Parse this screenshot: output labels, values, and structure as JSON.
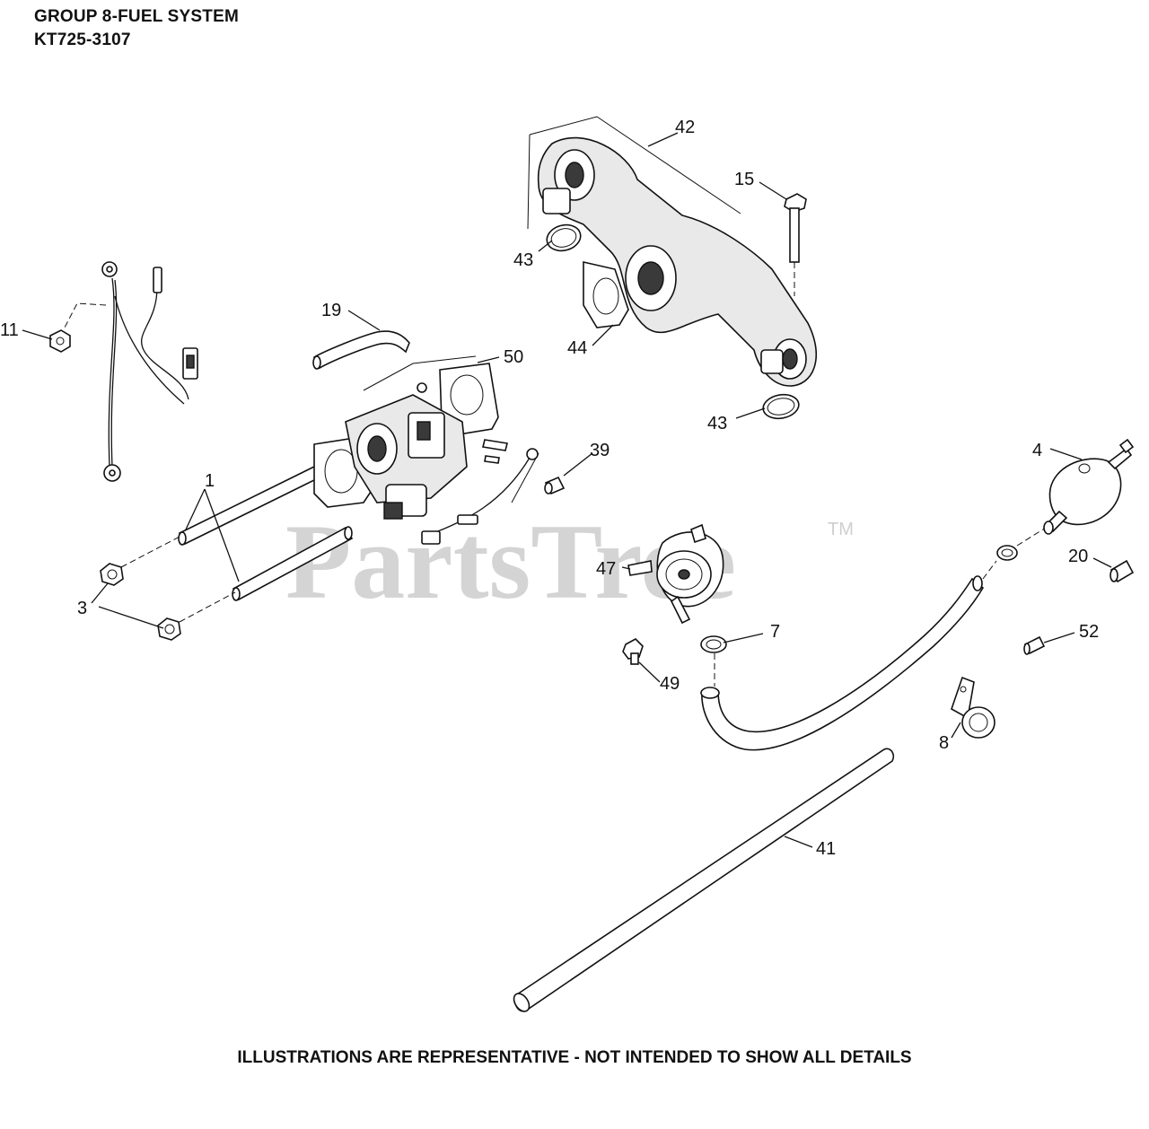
{
  "header": {
    "title": "GROUP 8-FUEL SYSTEM",
    "model": "KT725-3107"
  },
  "watermark": {
    "text": "PartsTree",
    "trademark": "TM"
  },
  "callouts": {
    "c1": "1",
    "c3": "3",
    "c4": "4",
    "c7": "7",
    "c8": "8",
    "c11": "11",
    "c15": "15",
    "c19": "19",
    "c20": "20",
    "c39": "39",
    "c41": "41",
    "c42": "42",
    "c43a": "43",
    "c43b": "43",
    "c44": "44",
    "c47": "47",
    "c49": "49",
    "c50": "50",
    "c52": "52"
  },
  "footer": {
    "disclaimer": "ILLUSTRATIONS ARE REPRESENTATIVE - NOT INTENDED TO SHOW ALL DETAILS"
  }
}
